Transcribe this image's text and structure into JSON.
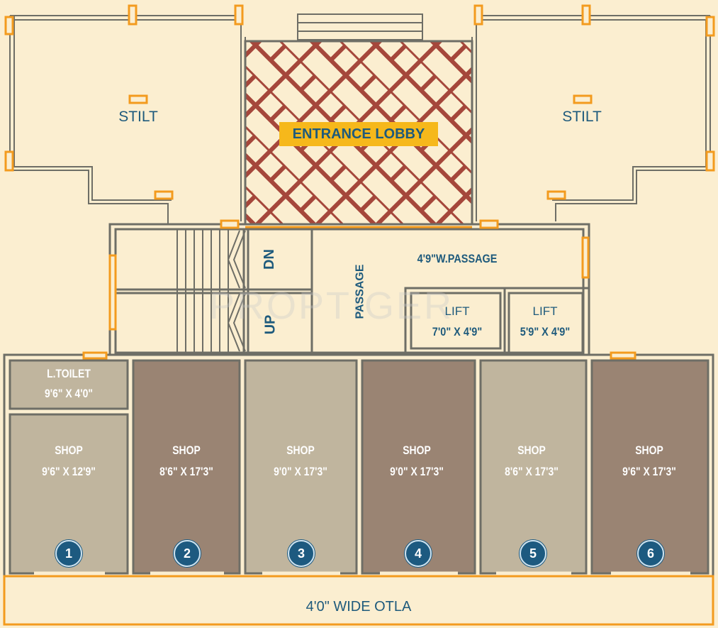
{
  "labels": {
    "stilt_left": "STILT",
    "stilt_right": "STILT",
    "entrance_lobby": "ENTRANCE LOBBY",
    "dn": "DN",
    "up": "UP",
    "passage": "PASSAGE",
    "w_passage": "4'9\"W.PASSAGE",
    "lift1_title": "LIFT",
    "lift1_size": "7'0\" X 4'9\"",
    "lift2_title": "LIFT",
    "lift2_size": "5'9\" X 4'9\"",
    "toilet_title": "L.TOILET",
    "toilet_size": "9'6\" X 4'0\"",
    "otla": "4'0\" WIDE OTLA",
    "watermark": "PROPTIGER"
  },
  "shops": [
    {
      "title": "SHOP",
      "size": "9'6\" X 12'9\"",
      "number": "1"
    },
    {
      "title": "SHOP",
      "size": "8'6\" X 17'3\"",
      "number": "2"
    },
    {
      "title": "SHOP",
      "size": "9'0\" X 17'3\"",
      "number": "3"
    },
    {
      "title": "SHOP",
      "size": "9'0\" X 17'3\"",
      "number": "4"
    },
    {
      "title": "SHOP",
      "size": "8'6\" X 17'3\"",
      "number": "5"
    },
    {
      "title": "SHOP",
      "size": "9'6\" X 17'3\"",
      "number": "6"
    }
  ],
  "colors": {
    "background": "#fbeed0",
    "wall": "#6e6e66",
    "shop_light": "#c0b59e",
    "shop_dark": "#9a8473",
    "window": "#f39b1e",
    "lobby_brick": "#a5473b",
    "label_blue": "#1e5a7c",
    "tag_yellow": "#f6b81b"
  }
}
